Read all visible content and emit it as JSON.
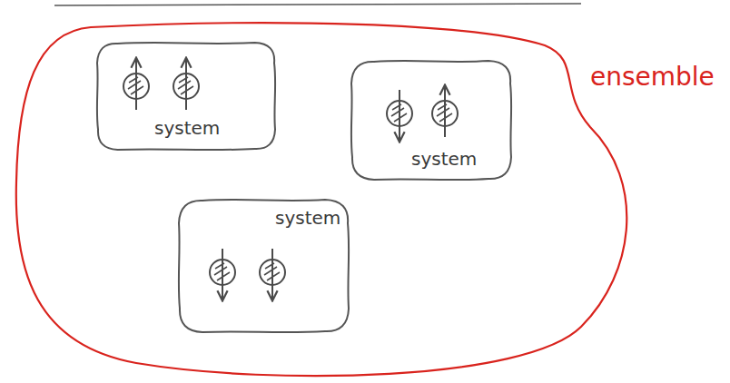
{
  "diagram": {
    "nodes": [
      {
        "text": [
          "ensemble"
        ]
      },
      {
        "text": [
          "system"
        ],
        "in": 0
      },
      {
        "text": [
          "system"
        ],
        "in": 0
      },
      {
        "text": [
          "system"
        ],
        "in": 0
      }
    ]
  }
}
